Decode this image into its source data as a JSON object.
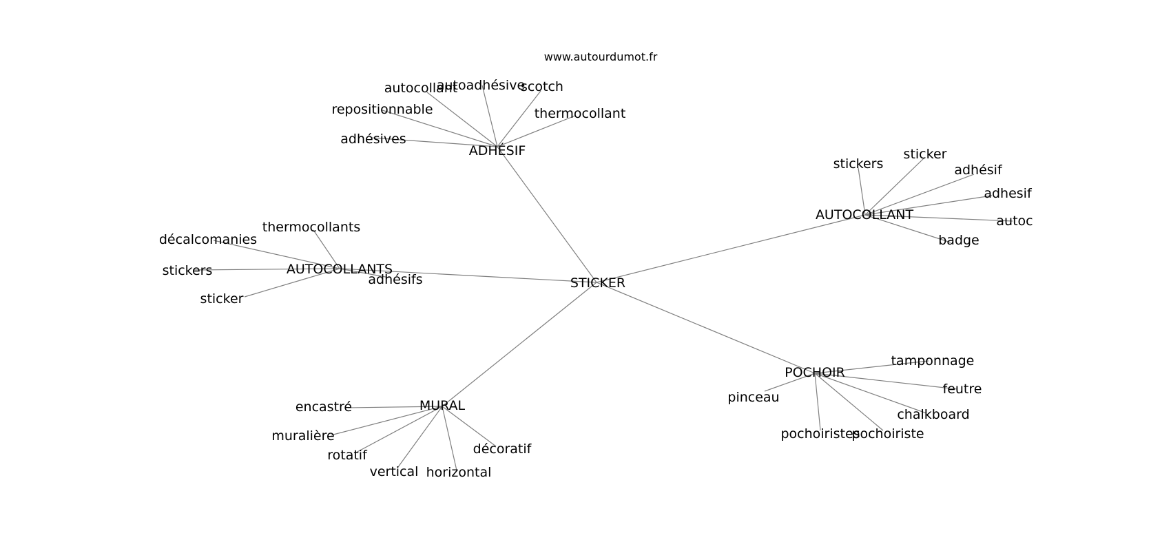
{
  "source": "www.autourdumot.fr",
  "center": "STICKER",
  "clusters": [
    {
      "hub": "ADHÉSIF",
      "leaves": [
        "autocollant",
        "autoadhésive",
        "scotch",
        "thermocollant",
        "repositionnable",
        "adhésives"
      ]
    },
    {
      "hub": "AUTOCOLLANT",
      "leaves": [
        "stickers",
        "sticker",
        "adhésif",
        "adhesif",
        "autoc",
        "badge"
      ]
    },
    {
      "hub": "AUTOCOLLANTS",
      "leaves": [
        "thermocollants",
        "décalcomanies",
        "stickers",
        "sticker",
        "adhésifs"
      ]
    },
    {
      "hub": "MURAL",
      "leaves": [
        "encastré",
        "muralière",
        "rotatif",
        "vertical",
        "horizontal",
        "décoratif"
      ]
    },
    {
      "hub": "POCHOIR",
      "leaves": [
        "tamponnage",
        "feutre",
        "chalkboard",
        "pochoiriste",
        "pochoiristes",
        "pinceau"
      ]
    }
  ],
  "colors": {
    "edge": "#7f7f7f",
    "text": "#000000",
    "background": "#ffffff"
  }
}
